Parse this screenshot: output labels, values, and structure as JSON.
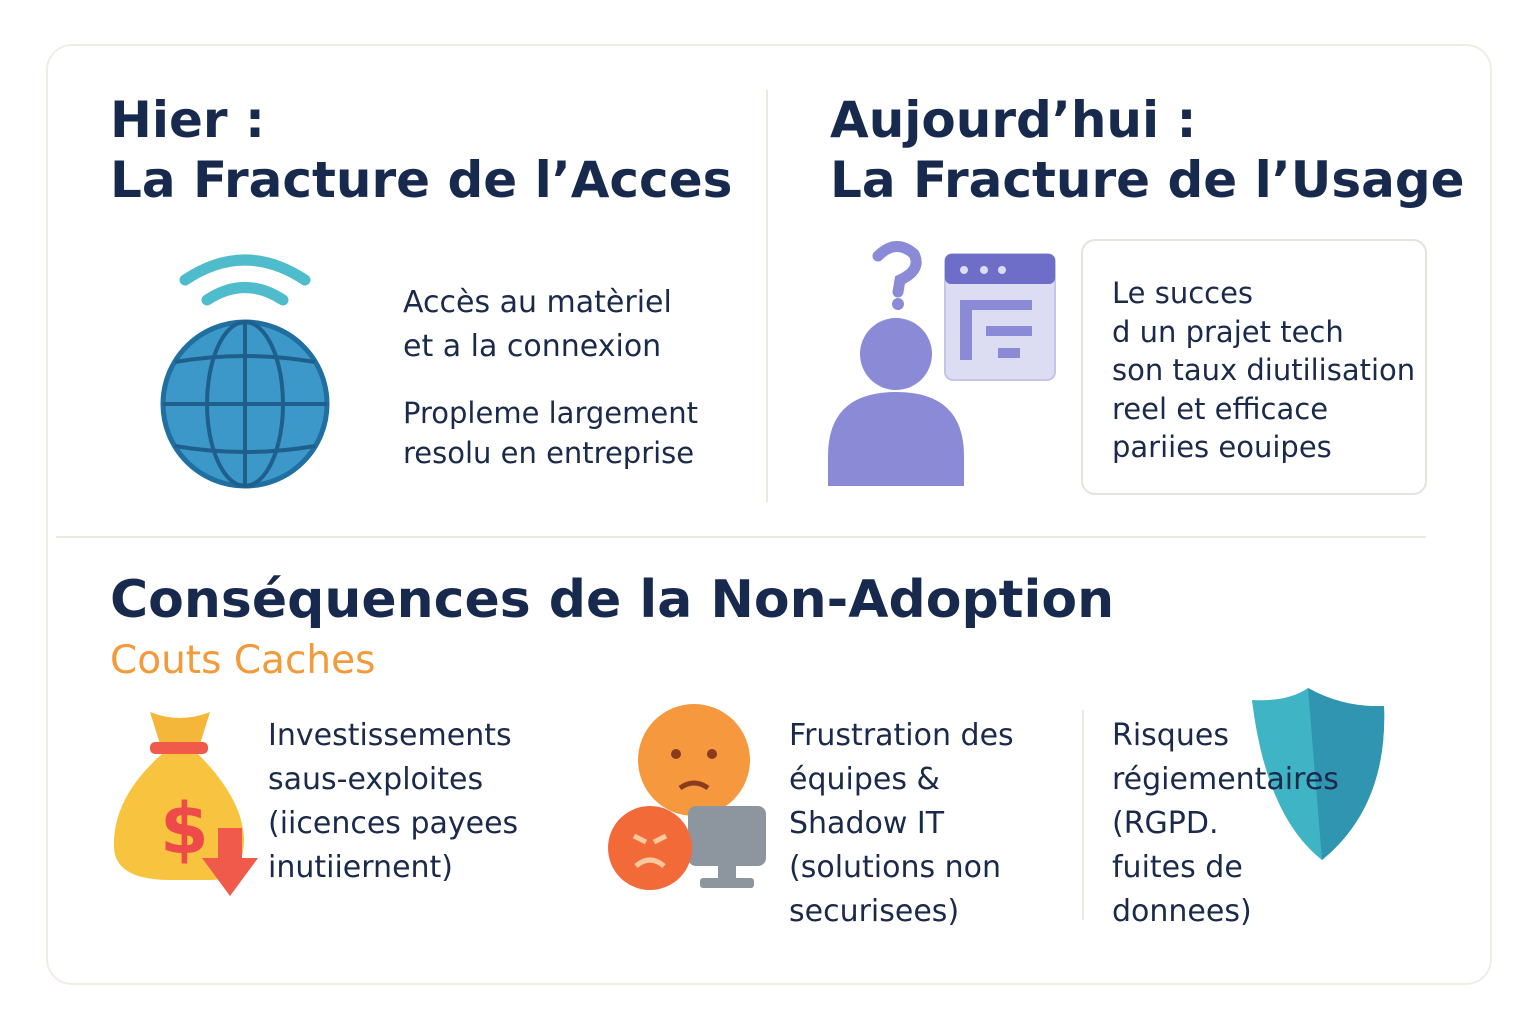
{
  "left": {
    "title_line1": "Hier :",
    "title_line2": "La Fracture de l’Acces",
    "text1_line1": "Accès au matèriel",
    "text1_line2": "et a la connexion",
    "text2_line1": "Propleme largement",
    "text2_line2": "resolu en entreprise"
  },
  "right": {
    "title_line1": "Aujourd’hui :",
    "title_line2": "La Fracture de l’Usage",
    "box_lines": [
      "Le succes",
      "d un prajet tech",
      "son taux diutilisation",
      "reel et efficace",
      "pariies eouipes"
    ]
  },
  "bottom": {
    "title": "Conséquences de la Non-Adoption",
    "subtitle": "Couts Caches",
    "items": [
      {
        "lines": [
          "Investissements",
          "saus-exploites",
          "(iicences payees",
          "inutiiernent)"
        ]
      },
      {
        "lines": [
          "Frustration des",
          "équipes &",
          "Shadow IT",
          "(solutions non",
          "securisees)"
        ]
      },
      {
        "lines": [
          "Risques",
          "régiementaires",
          "(RGPD.",
          "fuites de",
          "donnees)"
        ]
      }
    ]
  },
  "colors": {
    "navy": "#172a4e",
    "orange": "#f39a3a",
    "purple": "#8a8ad6",
    "teal": "#3bb3c6",
    "globe": "#2f8fbf"
  }
}
